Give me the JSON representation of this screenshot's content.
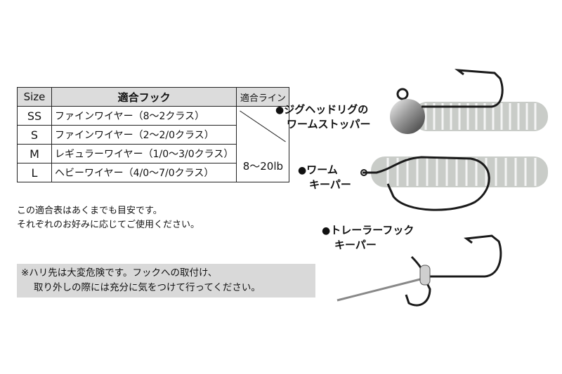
{
  "table": {
    "headers": {
      "size": "Size",
      "hook": "適合フック",
      "line": "適合ライン"
    },
    "rows": [
      {
        "size": "SS",
        "hook": "ファインワイヤー（8〜2クラス）"
      },
      {
        "size": "S",
        "hook": "ファインワイヤー（2〜2/0クラス）"
      },
      {
        "size": "M",
        "hook": "レギュラーワイヤー（1/0〜3/0クラス）"
      },
      {
        "size": "L",
        "hook": "ヘビーワイヤー（4/0〜7/0クラス）"
      }
    ],
    "line_value": "8〜20lb"
  },
  "notes": {
    "line1": "この適合表はあくまでも目安です。",
    "line2": "それぞれのお好みに応じてご使用ください。"
  },
  "warning": {
    "line1": "※ハリ先は大変危険です。フックへの取付け、",
    "line2": "取り外しの際には充分に気をつけて行ってください。"
  },
  "labels": {
    "jighead": {
      "bullet": "●",
      "line1": "ジグヘッドリグの",
      "line2": "ワームストッパー"
    },
    "worm": {
      "bullet": "●",
      "line1": "ワーム",
      "line2": "キーパー"
    },
    "trailer": {
      "bullet": "●",
      "line1": "トレーラーフック",
      "line2": "キーパー"
    }
  },
  "colors": {
    "worm": "#c9ccc8",
    "hook": "#1a1a1a",
    "warning_bg": "#d9d9d9",
    "header_bg": "#dcdcdc"
  }
}
